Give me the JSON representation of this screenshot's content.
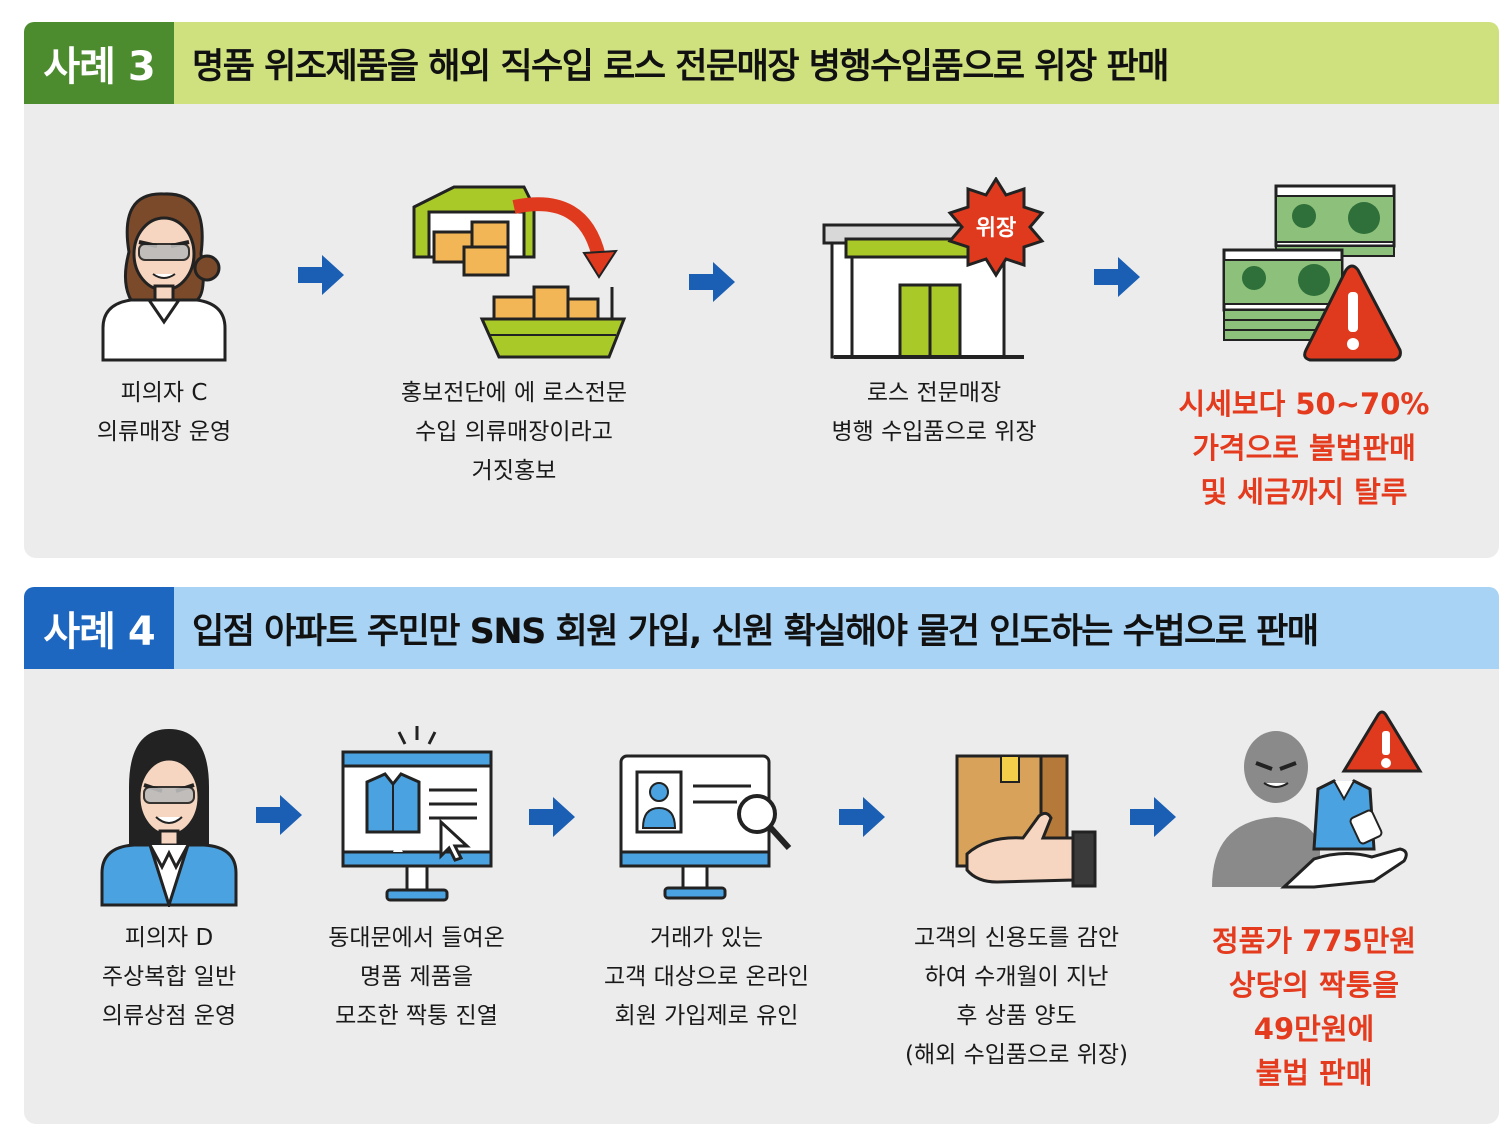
{
  "case3": {
    "tag": "사례 3",
    "title": "명품 위조제품을 해외 직수입 로스 전문매장 병행수입품으로 위장 판매",
    "steps": [
      {
        "icon": "suspect-c-icon",
        "lines": [
          "피의자 C",
          "의류매장 운영"
        ]
      },
      {
        "icon": "warehouse-ship-icon",
        "lines": [
          "홍보전단에 에 로스전문",
          "수입 의류매장이라고",
          "거짓홍보"
        ]
      },
      {
        "icon": "store-disguise-icon",
        "badge": "위장",
        "lines": [
          "로스 전문매장",
          "병행 수입품으로 위장"
        ]
      },
      {
        "icon": "cash-warning-icon",
        "lines": [
          "시세보다 50~70%",
          "가격으로 불법판매",
          "및 세금까지 탈루"
        ]
      }
    ]
  },
  "case4": {
    "tag": "사례 4",
    "title": "입점 아파트 주민만 SNS 회원 가입, 신원 확실해야 물건 인도하는 수법으로 판매",
    "steps": [
      {
        "icon": "suspect-d-icon",
        "lines": [
          "피의자 D",
          "주상복합 일반",
          "의류상점 운영"
        ]
      },
      {
        "icon": "monitor-shirt-icon",
        "lines": [
          "동대문에서 들여온",
          "명품 제품을",
          "모조한 짝퉁 진열"
        ]
      },
      {
        "icon": "monitor-id-search-icon",
        "lines": [
          "거래가 있는",
          "고객 대상으로 온라인",
          "회원 가입제로 유인"
        ]
      },
      {
        "icon": "hand-box-icon",
        "lines": [
          "고객의 신용도를 감안",
          "하여 수개월이 지난",
          "후 상품 양도",
          "(해외 수입품으로 위장)"
        ]
      },
      {
        "icon": "shady-seller-icon",
        "lines": [
          "정품가 775만원",
          "상당의 짝퉁을",
          "49만원에",
          "불법 판매"
        ]
      }
    ]
  },
  "colors": {
    "case3_tag": "#4d8b2f",
    "case3_title_bg": "#cfe07e",
    "case4_tag": "#1d67c1",
    "case4_title_bg": "#a8d3f4",
    "arrow": "#1a5fb4",
    "alert_text": "#e43a1d",
    "panel_bg": "#ececec"
  }
}
